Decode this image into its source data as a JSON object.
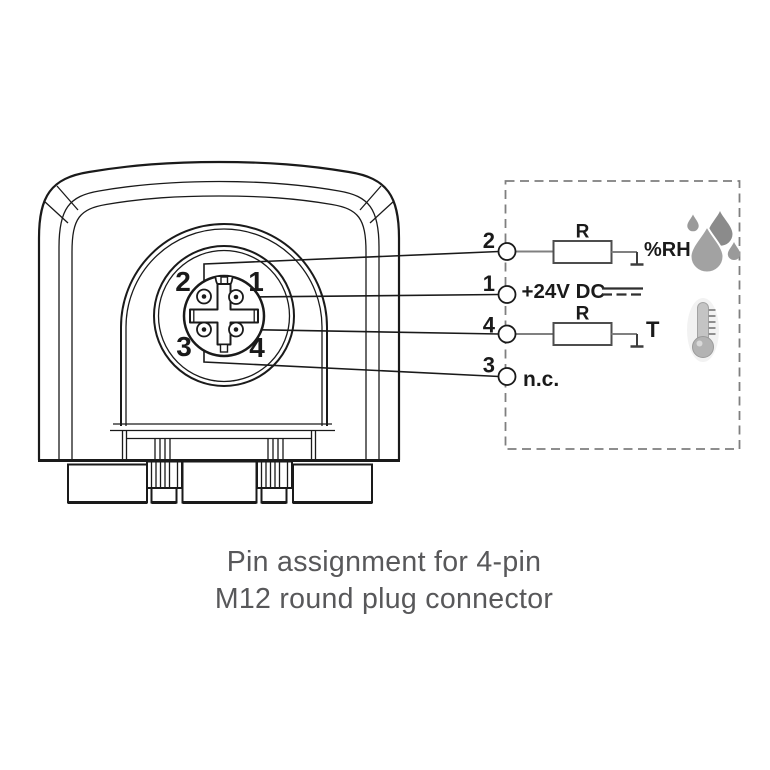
{
  "colors": {
    "line": "#1a1a1a",
    "schematic_wire_gray": "#808080",
    "dashed_border_gray": "#7f7f7f",
    "drop_light_gray": "#a2a2a2",
    "drop_dark_gray": "#8b8b8b",
    "thermometer_gray": "#b5b5b5",
    "caption_gray": "#58585a"
  },
  "device": {
    "type_hint": "sensor housing front view with M12 round plug connector",
    "pin_labels": {
      "p1": "1",
      "p2": "2",
      "p3": "3",
      "p4": "4"
    }
  },
  "schematic": {
    "rows": {
      "rh": {
        "terminal": "2",
        "resistor": "R",
        "label": "%RH",
        "icon": "humidity-drops-icon"
      },
      "power": {
        "terminal": "1",
        "label": "+24V DC",
        "symbol": "dc-symbol"
      },
      "t": {
        "terminal": "4",
        "resistor": "R",
        "label": "T",
        "icon": "thermometer-icon"
      },
      "nc": {
        "terminal": "3",
        "label": "n.c."
      }
    }
  },
  "caption": {
    "line1": "Pin assignment for 4-pin",
    "line2": "M12 round plug connector"
  }
}
